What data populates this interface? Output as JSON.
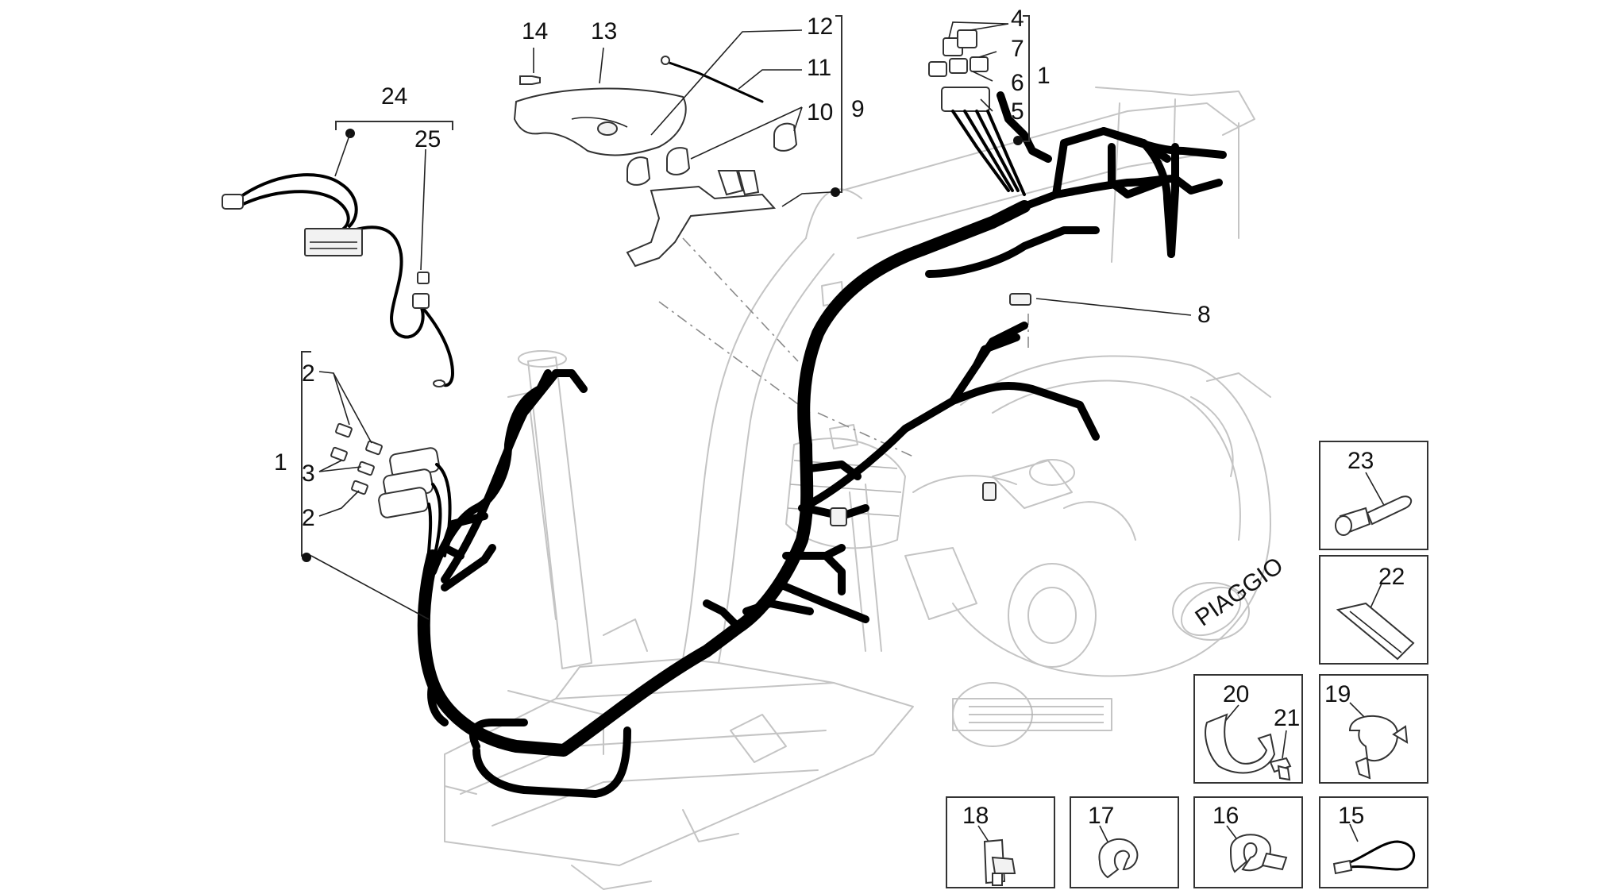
{
  "labels": {
    "l1a": "1",
    "l1b": "1",
    "l2a": "2",
    "l2b": "2",
    "l3": "3",
    "l4": "4",
    "l5": "5",
    "l6": "6",
    "l7": "7",
    "l8": "8",
    "l9": "9",
    "l10": "10",
    "l11": "11",
    "l12": "12",
    "l13": "13",
    "l14": "14",
    "l15": "15",
    "l16": "16",
    "l17": "17",
    "l18": "18",
    "l19": "19",
    "l20": "20",
    "l21": "21",
    "l22": "22",
    "l23": "23",
    "l24": "24",
    "l25": "25"
  },
  "logo_text": "PIAGGIO"
}
